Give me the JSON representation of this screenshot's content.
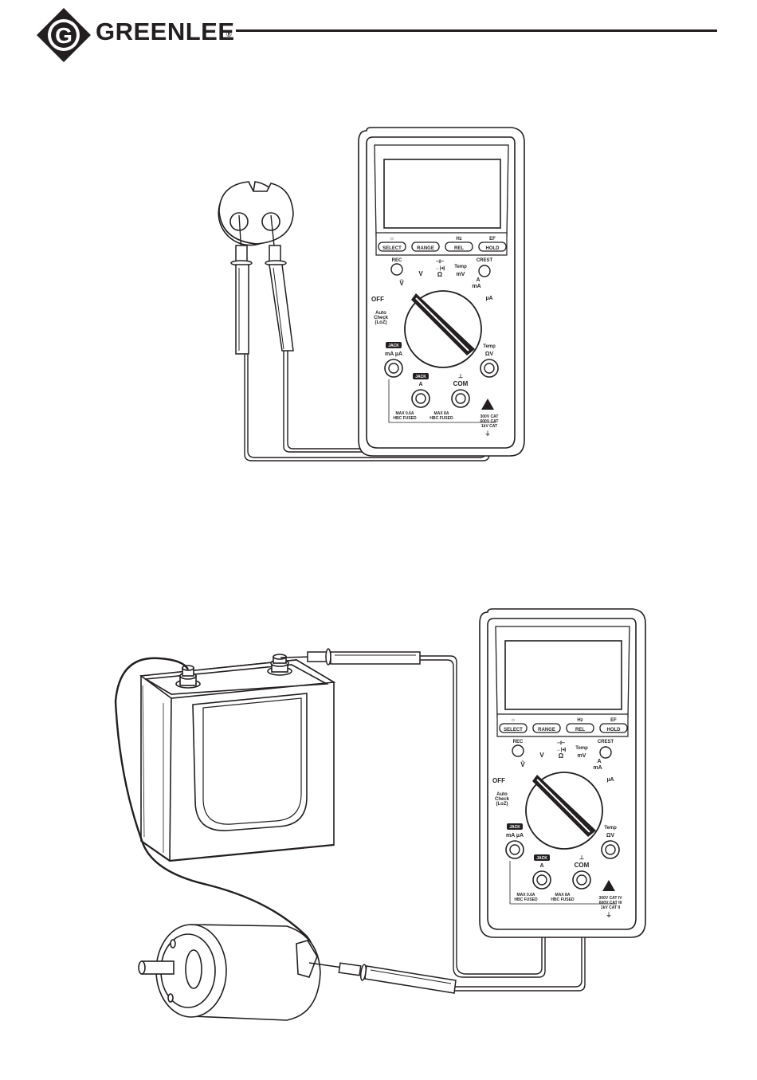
{
  "header": {
    "brand": "GREENLEE",
    "registered_mark": "®",
    "logo_letter": "G"
  },
  "meter": {
    "buttons": [
      "SELECT",
      "RANGE",
      "REL",
      "HOLD"
    ],
    "button_toplabels": [
      "",
      "",
      "Hz",
      "EF"
    ],
    "rec": "REC",
    "crest": "CREST",
    "off": "OFF",
    "v_ac": "Ṽ",
    "v_dc": "V",
    "ohm": "Ω",
    "temp_mv": "Temp",
    "mv": "mV",
    "a": "A",
    "ma": "mA",
    "ua": "µA",
    "auto_check": [
      "Auto",
      "Check",
      "(LoZ)"
    ],
    "jack": "JACK",
    "ma_ua": "mA µA",
    "temp": "Temp",
    "ohm_v": "ΩV",
    "com": "COM",
    "max_06": [
      "MAX 0.6A",
      "HBC FUSED"
    ],
    "max_8": [
      "MAX 8A",
      "HBC FUSED"
    ],
    "cat": [
      "300V CAT IV",
      "600V CAT III",
      "1kV CAT II"
    ]
  },
  "meter_short": {
    "cat": [
      "300V CAT",
      "600V CAT",
      "1kV CAT"
    ]
  }
}
